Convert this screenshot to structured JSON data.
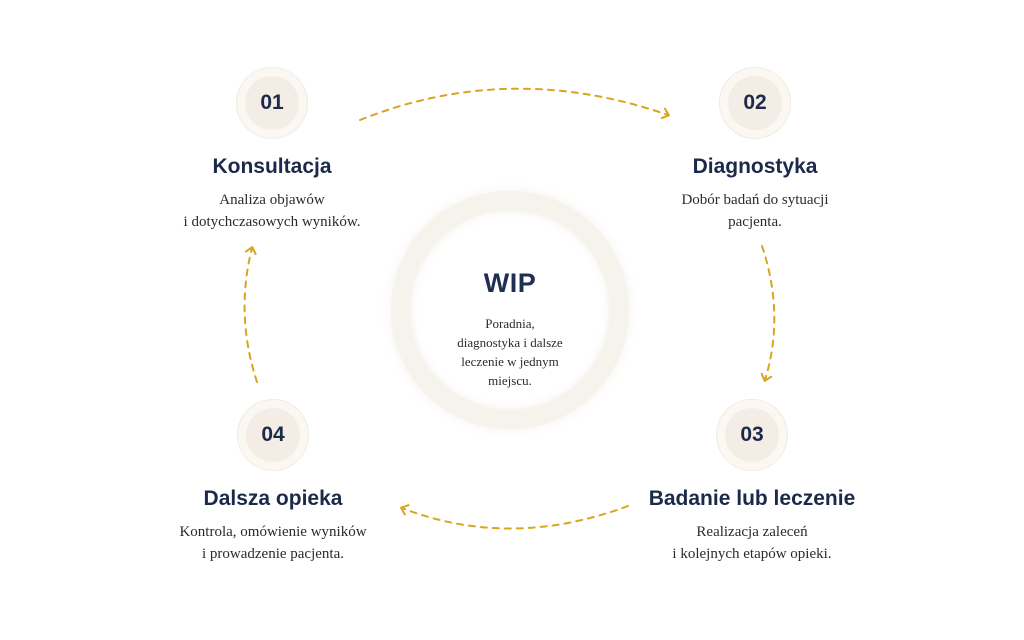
{
  "center": {
    "title": "WIP",
    "lines": [
      "Poradnia,",
      "diagnostyka i dalsze",
      "leczenie w jednym",
      "miejscu."
    ]
  },
  "steps": [
    {
      "number": "01",
      "title": "Konsultacja",
      "lines": [
        "Analiza objawów",
        "i dotychczasowych wyników."
      ]
    },
    {
      "number": "02",
      "title": "Diagnostyka",
      "lines": [
        "Dobór badań do sytuacji",
        "pacjenta."
      ]
    },
    {
      "number": "03",
      "title": "Badanie lub leczenie",
      "lines": [
        "Realizacja zaleceń",
        "i kolejnych etapów opieki."
      ]
    },
    {
      "number": "04",
      "title": "Dalsza opieka",
      "lines": [
        "Kontrola, omówienie wyników",
        "i prowadzenie pacjenta."
      ]
    }
  ],
  "colors": {
    "accent": "#d9a520",
    "text_dark": "#1c2a4a",
    "badge_fill": "#f3ede5"
  }
}
